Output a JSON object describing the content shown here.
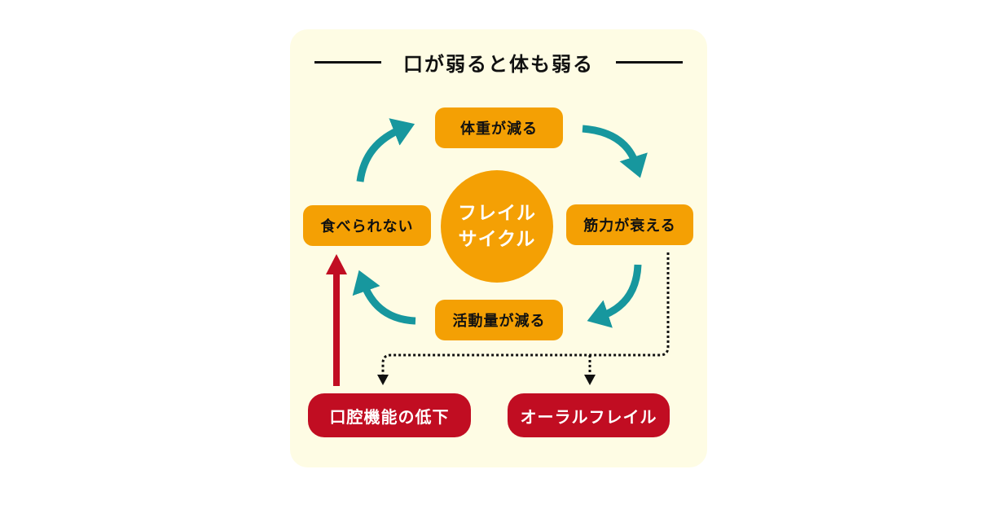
{
  "title": "口が弱ると体も弱る",
  "center": {
    "line1": "フレイル",
    "line2": "サイクル"
  },
  "cycle_nodes": {
    "top": "体重が減る",
    "right": "筋力が衰える",
    "bottom": "活動量が減る",
    "left": "食べられない"
  },
  "outcome_nodes": {
    "oral_decline": "口腔機能の低下",
    "oral_frailty": "オーラルフレイル"
  },
  "colors": {
    "panel_bg": "#fefce4",
    "cycle_box": "#f4a004",
    "outcome_box": "#c10d22",
    "cycle_arrow": "#17979e",
    "feedback_arrow": "#c10d22",
    "dotted_line": "#111111"
  }
}
